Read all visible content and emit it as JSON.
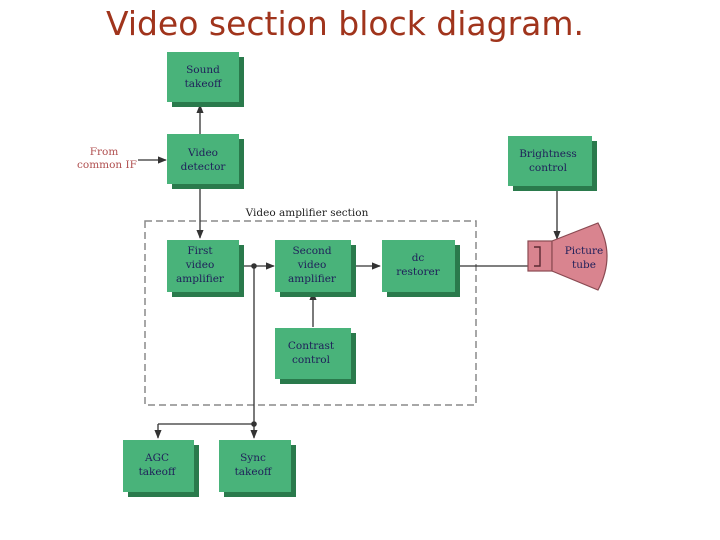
{
  "title": "Video section block diagram.",
  "colors": {
    "title": "#a0341c",
    "block_face": "#49b37a",
    "block_shadow": "#2a7a4c",
    "block_text": "#1f1f5a",
    "line": "#333333",
    "dashed_box": "#8a8a8a",
    "input_label": "#b05050",
    "section_label": "#222222",
    "tube": "#d9848f",
    "tube_outline": "#8a4a52"
  },
  "blocks": {
    "sound_takeoff": [
      "Sound",
      "takeoff"
    ],
    "video_detector": [
      "Video",
      "detector"
    ],
    "brightness_control": [
      "Brightness",
      "control"
    ],
    "first_video_amplifier": [
      "First",
      "video",
      "amplifier"
    ],
    "second_video_amplifier": [
      "Second",
      "video",
      "amplifier"
    ],
    "dc_restorer": [
      "dc",
      "restorer"
    ],
    "contrast_control": [
      "Contrast",
      "control"
    ],
    "agc_takeoff": [
      "AGC",
      "takeoff"
    ],
    "sync_takeoff": [
      "Sync",
      "takeoff"
    ]
  },
  "picture_tube": [
    "Picture",
    "tube"
  ],
  "input_label": [
    "From",
    "common IF"
  ],
  "section_label": "Video amplifier section"
}
